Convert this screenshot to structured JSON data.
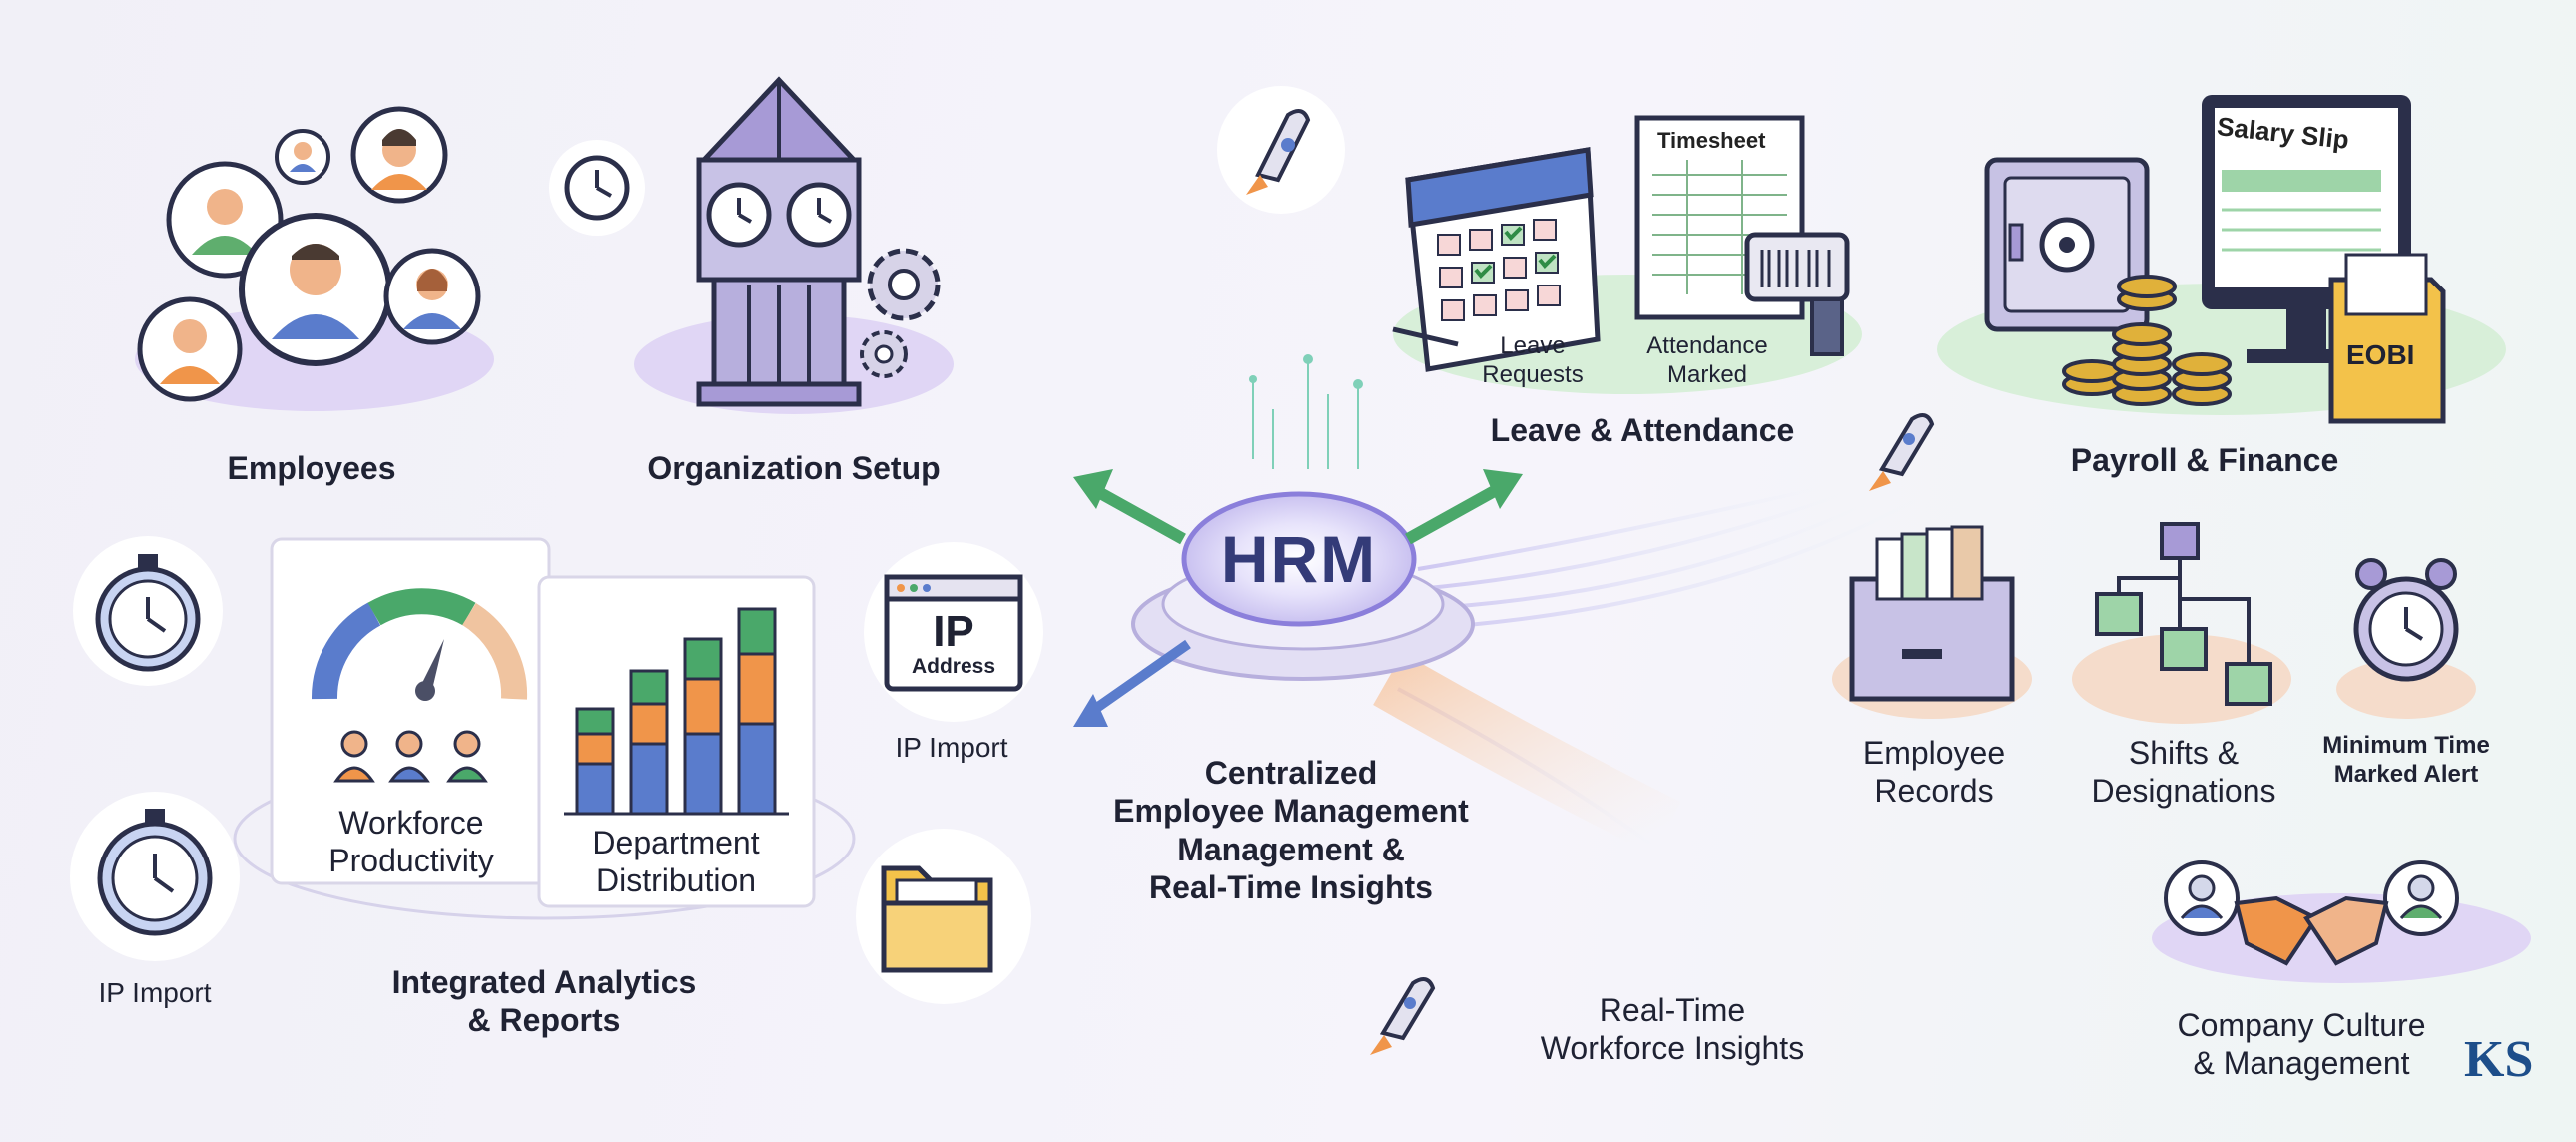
{
  "center": {
    "hub_label": "HRM",
    "caption": [
      "Centralized",
      "Employee Management",
      "Management &",
      "Real-Time Insights"
    ]
  },
  "modules": {
    "employees": "Employees",
    "organization_setup": "Organization Setup",
    "leave_attendance": "Leave & Attendance",
    "leave_requests": [
      "Leave",
      "Requests"
    ],
    "attendance_marked": [
      "Attendance",
      "Marked"
    ],
    "timesheet": "Timesheet",
    "payroll_finance": "Payroll & Finance",
    "salary_slip": "Salary Slip",
    "eobi": "EOBI",
    "employee_records": [
      "Employee",
      "Records"
    ],
    "shifts_designations": [
      "Shifts &",
      "Designations"
    ],
    "minimum_time_alert": [
      "Minimum Time",
      "Marked Alert"
    ],
    "company_culture": [
      "Company Culture",
      "& Management"
    ],
    "realtime_insights": [
      "Real-Time",
      "Workforce Insights"
    ],
    "integrated_analytics": [
      "Integrated Analytics",
      "& Reports"
    ],
    "workforce_productivity": [
      "Workforce",
      "Productivity"
    ],
    "department_distribution": [
      "Department",
      "Distribution"
    ],
    "ip_import_right": "IP Import",
    "ip_import_left": "IP Import",
    "ip_badge_big": "IP",
    "ip_badge_small": "Address"
  },
  "logo_text": "KS",
  "colors": {
    "accent": "#6b58c9",
    "green": "#4aa86a",
    "orange": "#f0954a",
    "blue": "#5a7ccc",
    "navy": "#343b78",
    "gold": "#e0b13a"
  }
}
